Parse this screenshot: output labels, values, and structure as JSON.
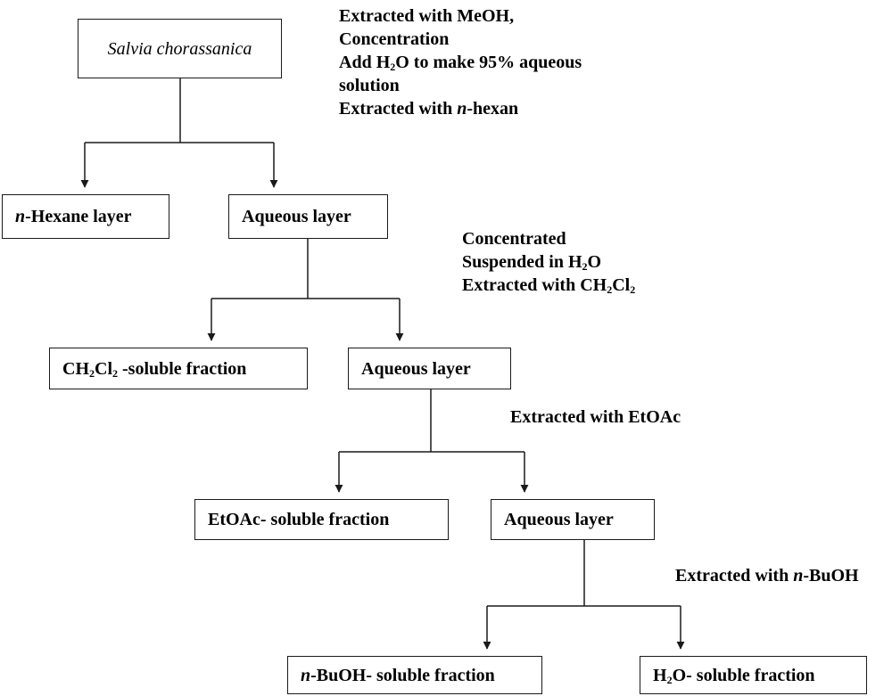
{
  "boxes": {
    "salvia": {
      "name": "Salvia chorassanica"
    },
    "hexane_layer": {
      "prefix": "n",
      "label": "-Hexane layer"
    },
    "aqueous_1": {
      "label": "Aqueous layer"
    },
    "ch2cl2_fraction": {
      "p1": "CH",
      "s1": "2",
      "p2": "Cl",
      "s2": "2",
      "rest": " -soluble fraction"
    },
    "aqueous_2": {
      "label": "Aqueous layer"
    },
    "etoac_fraction": {
      "label": "EtOAc- soluble fraction"
    },
    "aqueous_3": {
      "label": "Aqueous layer"
    },
    "buoh_fraction": {
      "prefix": "n",
      "label": "-BuOH- soluble fraction"
    },
    "h2o_fraction": {
      "p1": "H",
      "s1": "2",
      "rest": "O- soluble fraction"
    }
  },
  "notes": {
    "step1": {
      "line1": "Extracted with MeOH,",
      "line2": "Concentration",
      "line3_a": "Add H",
      "line3_sub": "2",
      "line3_b": "O to make 95% aqueous",
      "line4": "solution",
      "line5_a": "Extracted with ",
      "line5_it": "n",
      "line5_b": "-hexan"
    },
    "step2": {
      "line1": "Concentrated",
      "line2_a": "Suspended in H",
      "line2_sub": "2",
      "line2_b": "O",
      "line3_a": "Extracted with CH",
      "line3_sub1": "2",
      "line3_mid": "Cl",
      "line3_sub2": "2"
    },
    "step3": {
      "line1": "Extracted with EtOAc"
    },
    "step4": {
      "line1_a": "Extracted with ",
      "line1_it": "n",
      "line1_b": "-BuOH"
    }
  }
}
